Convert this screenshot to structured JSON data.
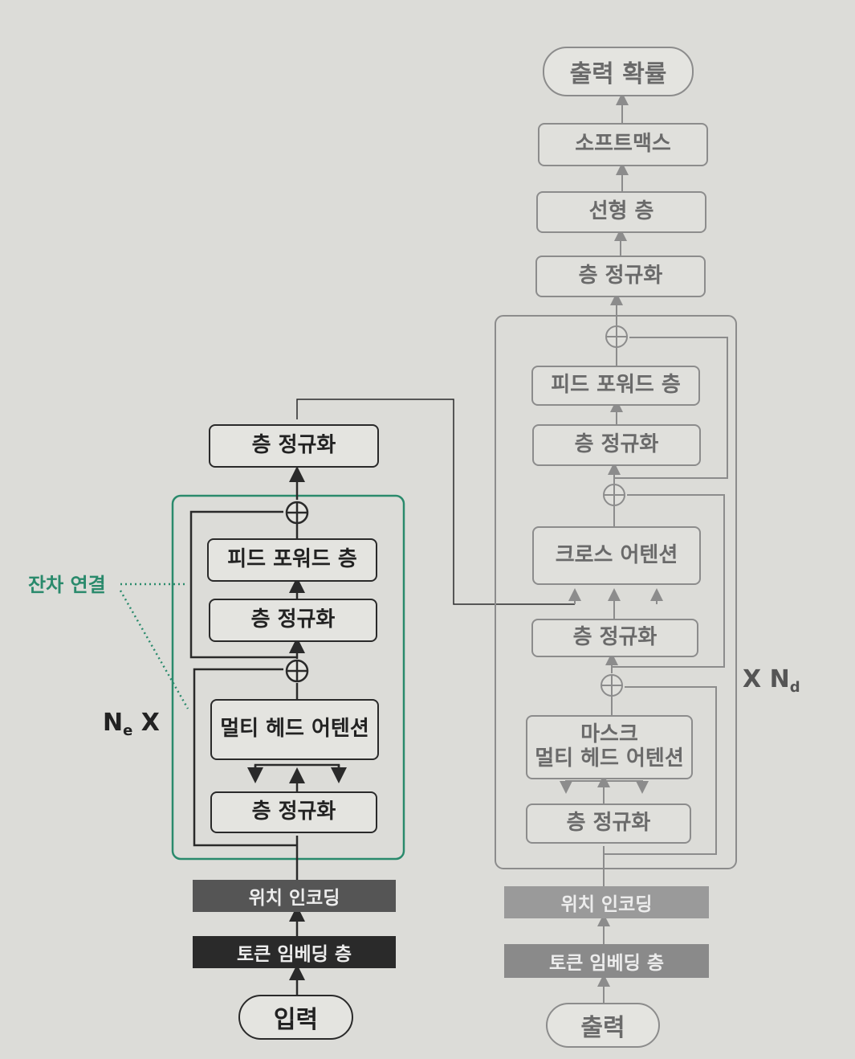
{
  "encoder": {
    "input": "입력",
    "token_embedding": "토큰 임베딩 층",
    "positional_encoding": "위치 인코딩",
    "layer_norm_1": "층 정규화",
    "multi_head_attention": "멀티 헤드 어텐션",
    "layer_norm_2": "층 정규화",
    "feed_forward": "피드 포워드 층",
    "final_layer_norm": "층 정규화",
    "repeat_label": "N",
    "repeat_sub": "e",
    "repeat_x": "X",
    "residual_label": "잔차 연결"
  },
  "decoder": {
    "input": "출력",
    "token_embedding": "토큰 임베딩 층",
    "positional_encoding": "위치 인코딩",
    "layer_norm_1": "층 정규화",
    "masked_attention_line1": "마스크",
    "masked_attention_line2": "멀티 헤드 어텐션",
    "layer_norm_2": "층 정규화",
    "cross_attention": "크로스 어텐션",
    "layer_norm_3": "층 정규화",
    "feed_forward": "피드 포워드 층",
    "final_layer_norm": "층 정규화",
    "linear": "선형 층",
    "softmax": "소프트맥스",
    "output_probs": "출력 확률",
    "repeat_x": "X",
    "repeat_label": "N",
    "repeat_sub": "d"
  },
  "colors": {
    "encoder_stroke": "#2a2a2a",
    "decoder_stroke": "#8c8c8c",
    "encoder_block": "#2a8a6c",
    "residual_text": "#2a8a6c",
    "enc_pos_band": "#555555",
    "enc_tok_band": "#2a2a2a",
    "dec_pos_band": "#9a9a9a",
    "dec_tok_band": "#8a8a8a"
  }
}
